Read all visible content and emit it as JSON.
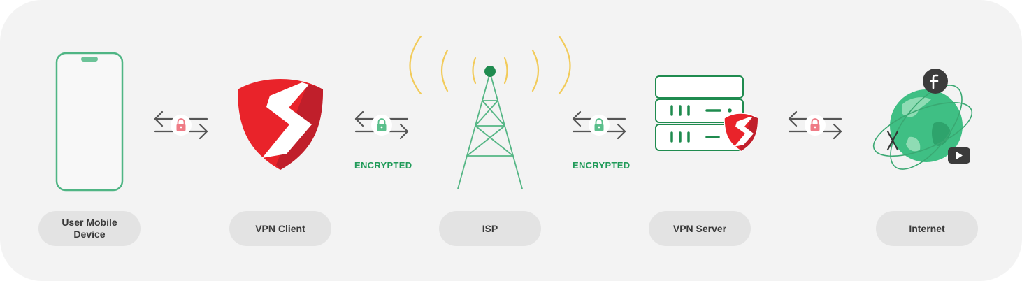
{
  "nodes": [
    {
      "id": "user-mobile-device",
      "label": "User Mobile Device"
    },
    {
      "id": "vpn-client",
      "label": "VPN Client"
    },
    {
      "id": "isp",
      "label": "ISP"
    },
    {
      "id": "vpn-server",
      "label": "VPN Server"
    },
    {
      "id": "internet",
      "label": "Internet"
    }
  ],
  "links": [
    {
      "from": "user-mobile-device",
      "to": "vpn-client",
      "label": "",
      "lock_color": "#ef7b86"
    },
    {
      "from": "vpn-client",
      "to": "isp",
      "label": "ENCRYPTED",
      "lock_color": "#5bbf8c"
    },
    {
      "from": "isp",
      "to": "vpn-server",
      "label": "ENCRYPTED",
      "lock_color": "#5bbf8c"
    },
    {
      "from": "vpn-server",
      "to": "internet",
      "label": "",
      "lock_color": "#ef7b86"
    }
  ],
  "icons": {
    "phone": "smartphone-icon",
    "shield": "vpn-shield-icon",
    "tower": "radio-tower-icon",
    "server": "server-rack-icon",
    "globe": "globe-icon",
    "lock": "padlock-icon",
    "arrows": "bidirectional-arrows-icon",
    "social_f": "facebook-icon",
    "social_play": "youtube-icon",
    "social_x": "x-icon"
  },
  "colors": {
    "green": "#3aa872",
    "green_dark": "#1f8b4f",
    "shield_red": "#e9232a",
    "shield_red_dark": "#c01f2b",
    "signal_yellow": "#f2cb5a",
    "pill_bg": "#e3e3e3",
    "panel_bg": "#f3f3f3"
  }
}
